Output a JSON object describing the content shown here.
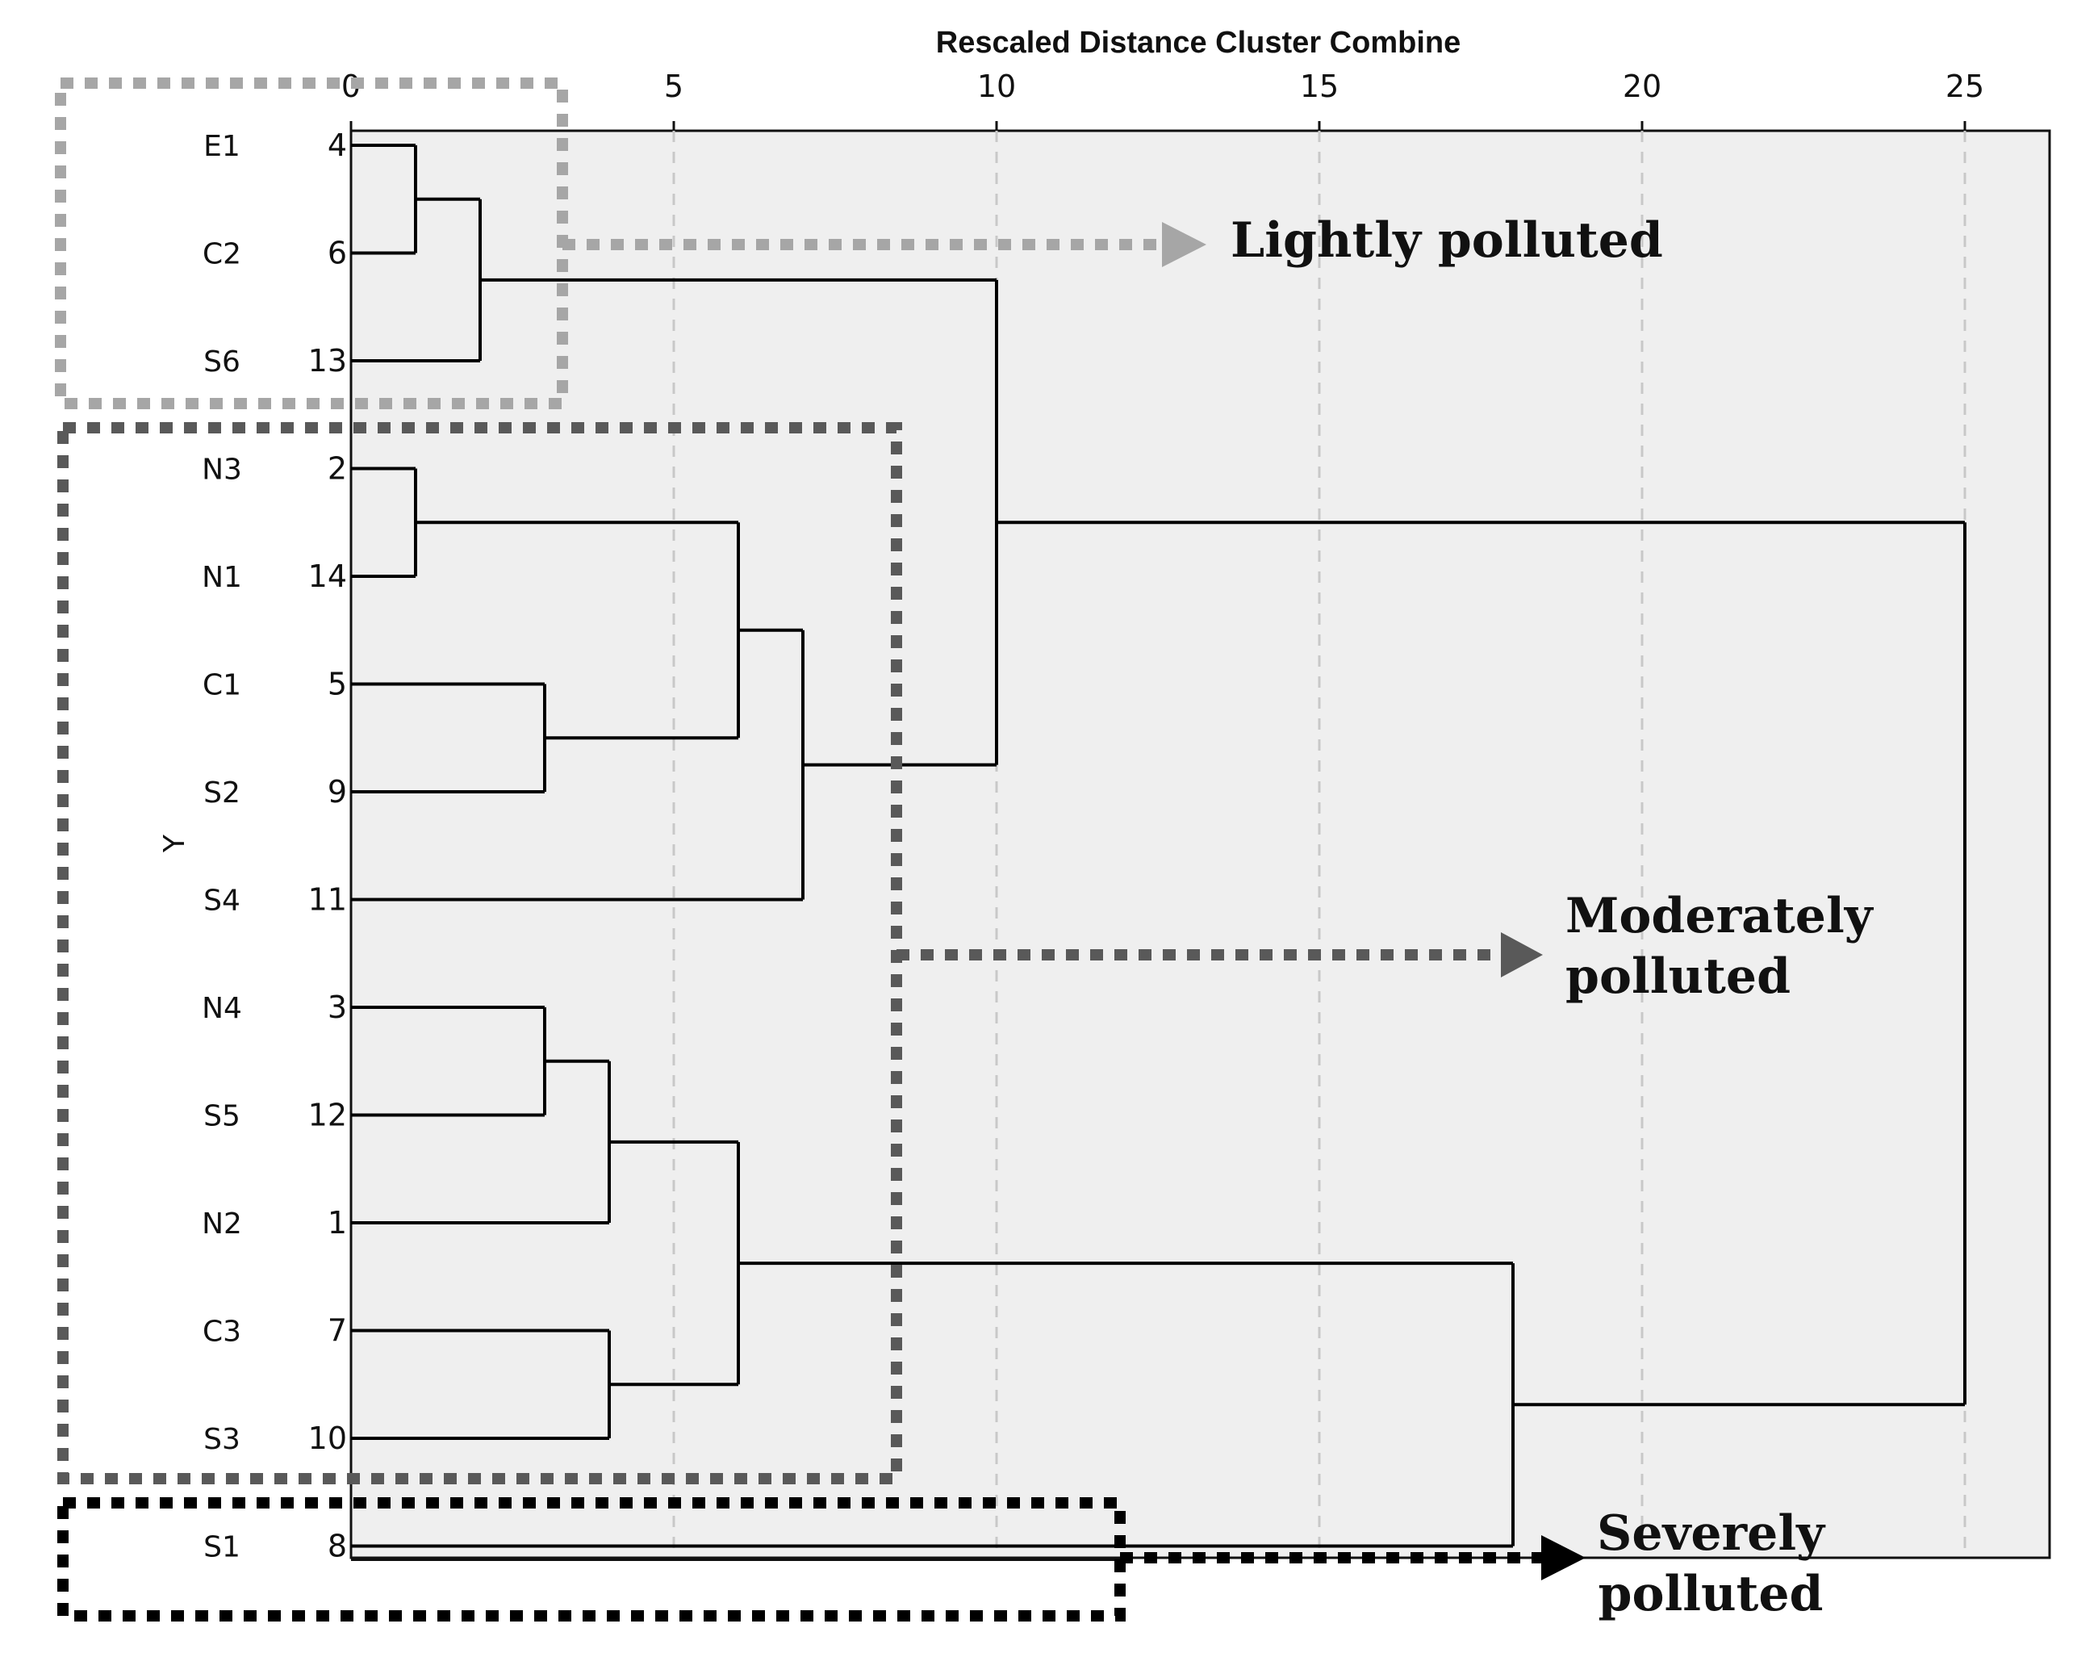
{
  "chart_data": {
    "type": "dendrogram",
    "title": "Rescaled Distance Cluster Combine",
    "ylabel": "Y",
    "xlim": [
      0,
      25
    ],
    "xticks": [
      0,
      5,
      10,
      15,
      20,
      25
    ],
    "grid": true,
    "leaves": [
      {
        "label": "E1",
        "case": "4"
      },
      {
        "label": "C2",
        "case": "6"
      },
      {
        "label": "S6",
        "case": "13"
      },
      {
        "label": "N3",
        "case": "2"
      },
      {
        "label": "N1",
        "case": "14"
      },
      {
        "label": "C1",
        "case": "5"
      },
      {
        "label": "S2",
        "case": "9"
      },
      {
        "label": "S4",
        "case": "11"
      },
      {
        "label": "N4",
        "case": "3"
      },
      {
        "label": "S5",
        "case": "12"
      },
      {
        "label": "N2",
        "case": "1"
      },
      {
        "label": "C3",
        "case": "7"
      },
      {
        "label": "S3",
        "case": "10"
      },
      {
        "label": "S1",
        "case": "8"
      }
    ],
    "merges": [
      {
        "children": [
          "L0",
          "L1"
        ],
        "distance": 1.0
      },
      {
        "children": [
          "M0",
          "L2"
        ],
        "distance": 2.0
      },
      {
        "children": [
          "L3",
          "L4"
        ],
        "distance": 1.0
      },
      {
        "children": [
          "L5",
          "L6"
        ],
        "distance": 3.0
      },
      {
        "children": [
          "M2",
          "M3"
        ],
        "distance": 6.0
      },
      {
        "children": [
          "M4",
          "L7"
        ],
        "distance": 7.0
      },
      {
        "children": [
          "M1",
          "M5"
        ],
        "distance": 10.0
      },
      {
        "children": [
          "L8",
          "L9"
        ],
        "distance": 3.0
      },
      {
        "children": [
          "M7",
          "L10"
        ],
        "distance": 4.0
      },
      {
        "children": [
          "L11",
          "L12"
        ],
        "distance": 4.0
      },
      {
        "children": [
          "M8",
          "M9"
        ],
        "distance": 6.0
      },
      {
        "children": [
          "M10",
          "L13"
        ],
        "distance": 18.0
      },
      {
        "children": [
          "M6",
          "M11"
        ],
        "distance": 25.0
      }
    ],
    "annotations": [
      {
        "lines": [
          "Lightly polluted"
        ],
        "color": "#a6a6a6",
        "members": [
          "E1",
          "C2",
          "S6"
        ]
      },
      {
        "lines": [
          "Moderately",
          "polluted"
        ],
        "color": "#595959",
        "members": [
          "N3",
          "N1",
          "C1",
          "S2",
          "S4",
          "N4",
          "S5",
          "N2",
          "C3",
          "S3"
        ]
      },
      {
        "lines": [
          "Severely",
          "polluted"
        ],
        "color": "#000000",
        "members": [
          "S1"
        ]
      }
    ],
    "colors": {
      "plot_background": "#efefef",
      "grid": "#c8c8c8",
      "lines": "#000000"
    }
  }
}
